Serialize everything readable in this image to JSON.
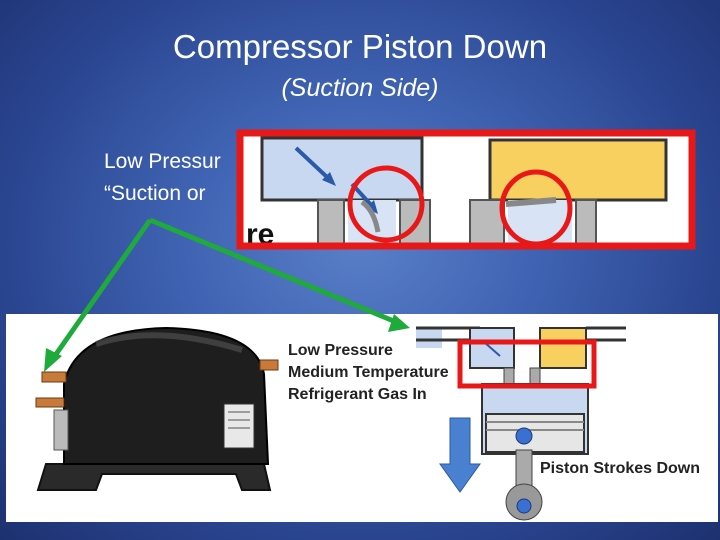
{
  "slide": {
    "title": "Compressor Piston Down",
    "subtitle": "(Suction Side)",
    "side_line1": "Low Pressur",
    "side_line2": "“Suction or"
  },
  "zoom_inset": {
    "text": "re"
  },
  "diagram": {
    "label_line1": "Low Pressure",
    "label_line2": "Medium Temperature",
    "label_line3": "Refrigerant Gas In",
    "piston_label": "Piston Strokes Down"
  },
  "colors": {
    "accent_red": "#e81818",
    "arrow_green": "#1faa3c",
    "suction_blue": "#c8d8f0",
    "discharge_yellow": "#f8d060",
    "down_arrow_blue": "#4a80d0"
  }
}
